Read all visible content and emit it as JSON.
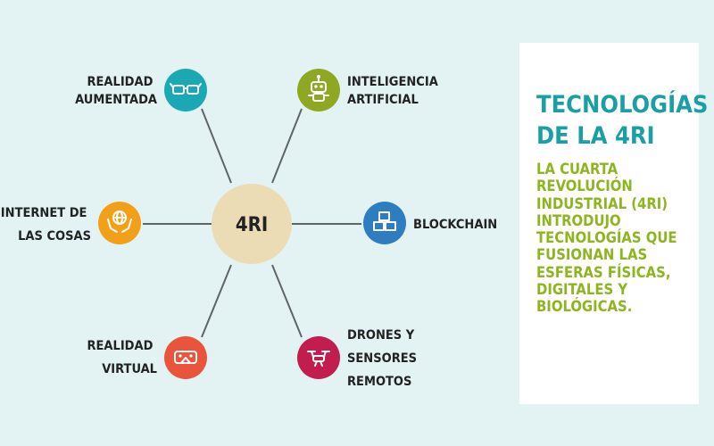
{
  "colors": {
    "background": "#e3f3f4",
    "center": "#ecdcb6",
    "connector": "#5e6468",
    "title": "#1a9fa5",
    "body": "#8cb51f"
  },
  "hub": {
    "label": "4RI"
  },
  "nodes": [
    {
      "id": "ar",
      "lines": [
        "REALIDAD",
        "AUMENTADA"
      ],
      "color": "#1aa9b4",
      "icon": "vr-goggles-icon"
    },
    {
      "id": "ai",
      "lines": [
        "INTELIGENCIA",
        "ARTIFICIAL"
      ],
      "color": "#8ea823",
      "icon": "robot-icon"
    },
    {
      "id": "iot",
      "lines": [
        "INTERNET DE",
        "LAS COSAS"
      ],
      "color": "#f2a019",
      "icon": "globe-hands-icon"
    },
    {
      "id": "bc",
      "lines": [
        "BLOCKCHAIN"
      ],
      "color": "#2f7dc1",
      "icon": "blocks-icon"
    },
    {
      "id": "vr",
      "lines": [
        "REALIDAD",
        "VIRTUAL"
      ],
      "color": "#e8553c",
      "icon": "vr-headset-icon"
    },
    {
      "id": "drones",
      "lines": [
        "DRONES Y",
        "SENSORES",
        "REMOTOS"
      ],
      "color": "#c11d4f",
      "icon": "drone-icon"
    }
  ],
  "panel": {
    "title_lines": [
      "TECNOLOGÍAS",
      "DE LA 4RI"
    ],
    "body_lines": [
      "LA CUARTA",
      "REVOLUCIÓN",
      "INDUSTRIAL (4RI)",
      "INTRODUJO",
      "TECNOLOGÍAS QUE",
      "FUSIONAN LAS",
      "ESFERAS FÍSICAS,",
      "DIGITALES Y",
      "BIOLÓGICAS."
    ]
  }
}
